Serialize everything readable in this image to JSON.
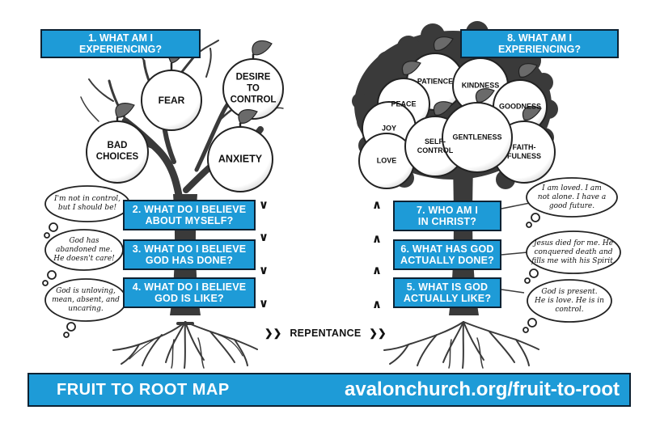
{
  "left_tree": {
    "heading": "1. WHAT AM I EXPERIENCING?",
    "fruits": [
      "FEAR",
      "DESIRE\nTO\nCONTROL",
      "BAD\nCHOICES",
      "ANXIETY"
    ],
    "questions": [
      "2. WHAT DO I BELIEVE\nABOUT MYSELF?",
      "3. WHAT DO I BELIEVE\nGOD HAS DONE?",
      "4. WHAT DO I BELIEVE\nGOD IS LIKE?"
    ],
    "thoughts": [
      "I'm not in control,\nbut I should be!",
      "God has\nabandoned me.\nHe doesn't care!",
      "God is unloving,\nmean, absent, and\nuncaring."
    ]
  },
  "right_tree": {
    "heading": "8. WHAT AM I EXPERIENCING?",
    "fruits": [
      "PATIENCE",
      "KINDNESS",
      "PEACE",
      "GOODNESS",
      "JOY",
      "SELF-\nCONTROL",
      "GENTLENESS",
      "FAITH-\nFULNESS",
      "LOVE"
    ],
    "questions": [
      "7. WHO AM I\nIN CHRIST?",
      "6. WHAT HAS GOD\nACTUALLY DONE?",
      "5. WHAT IS GOD\nACTUALLY LIKE?"
    ],
    "thoughts": [
      "I am loved. I am\nnot alone. I have a\ngood future.",
      "Jesus died for me. He\nconquered death and\nfills me with his Spirit.",
      "God is present.\nHe is love. He is in\ncontrol."
    ]
  },
  "repentance_label": "REPENTANCE",
  "footer": {
    "title": "FRUIT TO ROOT MAP",
    "url": "avalonchurch.org/fruit-to-root"
  },
  "colors": {
    "accent": "#1e9bd7",
    "outline": "#0d2233",
    "ink": "#111111",
    "tree": "#3a3a3a"
  }
}
